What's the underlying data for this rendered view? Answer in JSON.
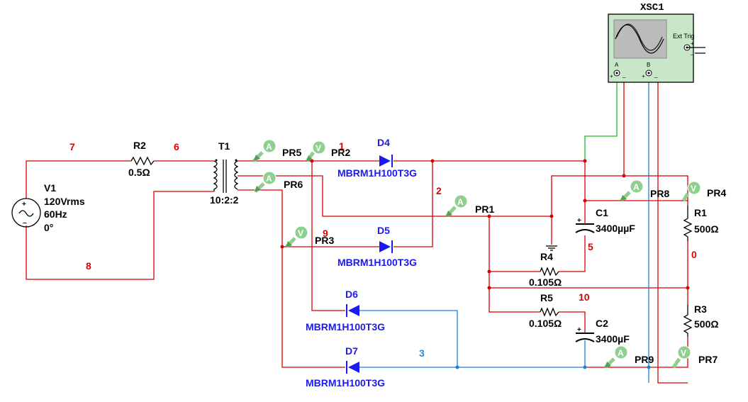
{
  "scope": {
    "label": "XSC1",
    "ext_trig": "Ext Trig",
    "ch_a": "A",
    "ch_b": "B",
    "plus": "+",
    "minus": "_"
  },
  "nets": [
    "7",
    "6",
    "1",
    "2",
    "9",
    "8",
    "5",
    "0",
    "10",
    "3"
  ],
  "source": {
    "name": "V1",
    "voltage": "120Vrms",
    "freq": "60Hz",
    "phase": "0°"
  },
  "resistors": [
    {
      "name": "R2",
      "value": "0.5Ω"
    },
    {
      "name": "R4",
      "value": "0.105Ω"
    },
    {
      "name": "R5",
      "value": "0.105Ω"
    },
    {
      "name": "R1",
      "value": "500Ω"
    },
    {
      "name": "R3",
      "value": "500Ω"
    }
  ],
  "transformer": {
    "name": "T1",
    "ratio": "10:2:2"
  },
  "diodes": [
    {
      "name": "D4",
      "part": "MBRM1H100T3G"
    },
    {
      "name": "D5",
      "part": "MBRM1H100T3G"
    },
    {
      "name": "D6",
      "part": "MBRM1H100T3G"
    },
    {
      "name": "D7",
      "part": "MBRM1H100T3G"
    }
  ],
  "capacitors": [
    {
      "name": "C1",
      "value": "3400µµF"
    },
    {
      "name": "C2",
      "value": "3400µF"
    }
  ],
  "probes": [
    {
      "name": "PR5",
      "kind": "A"
    },
    {
      "name": "PR2",
      "kind": "V"
    },
    {
      "name": "PR6",
      "kind": "A"
    },
    {
      "name": "PR1",
      "kind": "A"
    },
    {
      "name": "PR3",
      "kind": "V"
    },
    {
      "name": "PR8",
      "kind": "A"
    },
    {
      "name": "PR4",
      "kind": "V"
    },
    {
      "name": "PR9",
      "kind": "A"
    },
    {
      "name": "PR7",
      "kind": "V"
    }
  ],
  "colors": {
    "wire_red": "#d80000",
    "wire_blue": "#1f7fd6",
    "wire_green": "#22bb22",
    "part_blue": "#1a1af0",
    "scope_body": "#c8e6c8",
    "probe_green": "#8fd08f"
  }
}
